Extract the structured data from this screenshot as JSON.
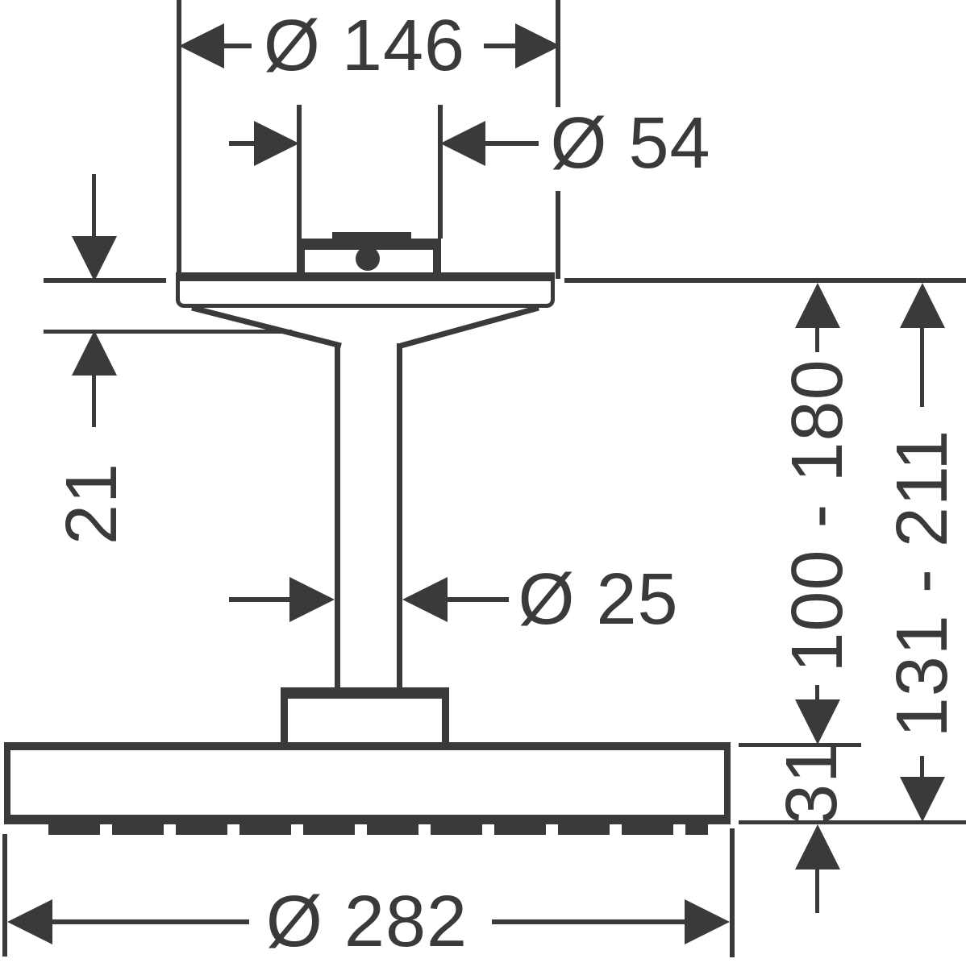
{
  "drawing": {
    "type": "technical-dimension-drawing",
    "subject": "ceiling-mounted overhead shower with ceiling connector",
    "ink_color": "#3a3a3c",
    "background_color": "#ffffff",
    "labels": {
      "flange_diameter": "Ø 146",
      "connector_diameter": "Ø 54",
      "flange_height": "21",
      "pipe_diameter": "Ø 25",
      "ceiling_to_head_top": "100 - 180",
      "ceiling_to_spray_face": "131 - 211",
      "head_height": "31",
      "head_diameter": "Ø 282"
    }
  }
}
